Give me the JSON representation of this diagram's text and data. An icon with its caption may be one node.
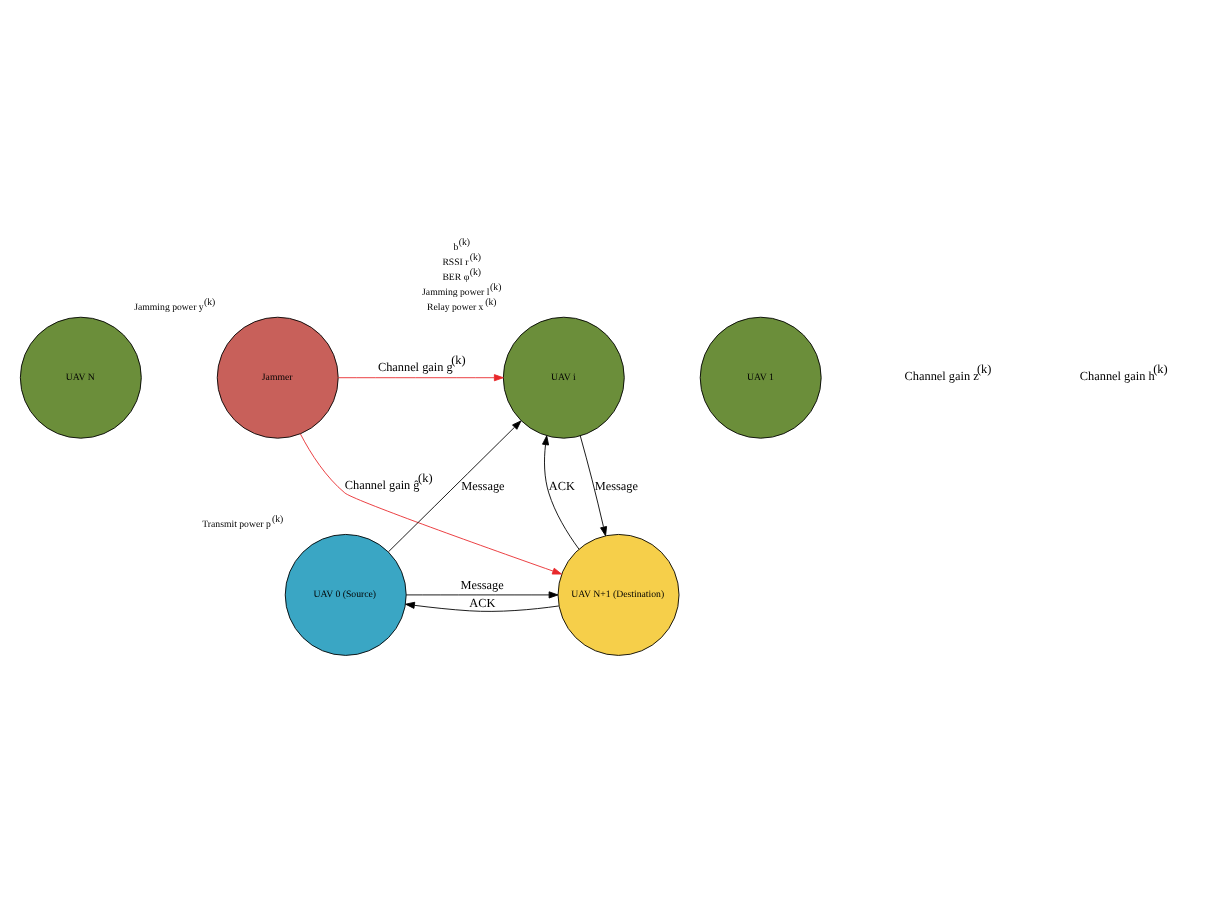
{
  "diagram": {
    "nodes": [
      {
        "text": [
          "UAV N"
        ]
      },
      {
        "text": [
          "UAV i"
        ],
        "beside": [
          "b$^{(k)}$",
          "RSSI r$^{(k)}$",
          "BER φ$^{(k)}$",
          "Jamming power l$^{(k)}$",
          "Relay power x$^{(k)}$"
        ]
      },
      {
        "text": [
          "Jammer"
        ],
        "beside": [
          "Jamming power y$^{(k)}$"
        ]
      },
      {
        "text": [
          "UAV 1"
        ]
      },
      {
        "text": [
          "UAV 0 (Source)"
        ],
        "beside": [
          "Transmit power p$^{(k)}$"
        ]
      },
      {
        "text": [
          "UAV N+1 (Destination)"
        ]
      }
    ],
    "edges": [
      {
        "from": 2,
        "to": 1,
        "arrow": "to",
        "label": "Channel gain g$^{(k)}$",
        "color": "#e8282b"
      },
      {
        "from": 2,
        "to": 5,
        "arrow": "to",
        "label": "Channel gain ĝ$^{(k)}$",
        "color": "#e8282b"
      },
      {
        "from": 4,
        "to": 1,
        "arrow": "to",
        "label": "Message"
      },
      {
        "from": 1,
        "to": 5,
        "arrow": "to",
        "label": "Message"
      },
      {
        "from": 5,
        "to": 1,
        "arrow": "to",
        "label": "ACK"
      },
      {
        "from": 4,
        "to": 5,
        "arrow": "to",
        "label": "Message"
      },
      {
        "from": 5,
        "to": 4,
        "arrow": "to",
        "label": "ACK"
      }
    ],
    "labels": [
      "Channel gain z$^{(k)}$",
      "Channel gain h$^{(k)}$"
    ]
  }
}
